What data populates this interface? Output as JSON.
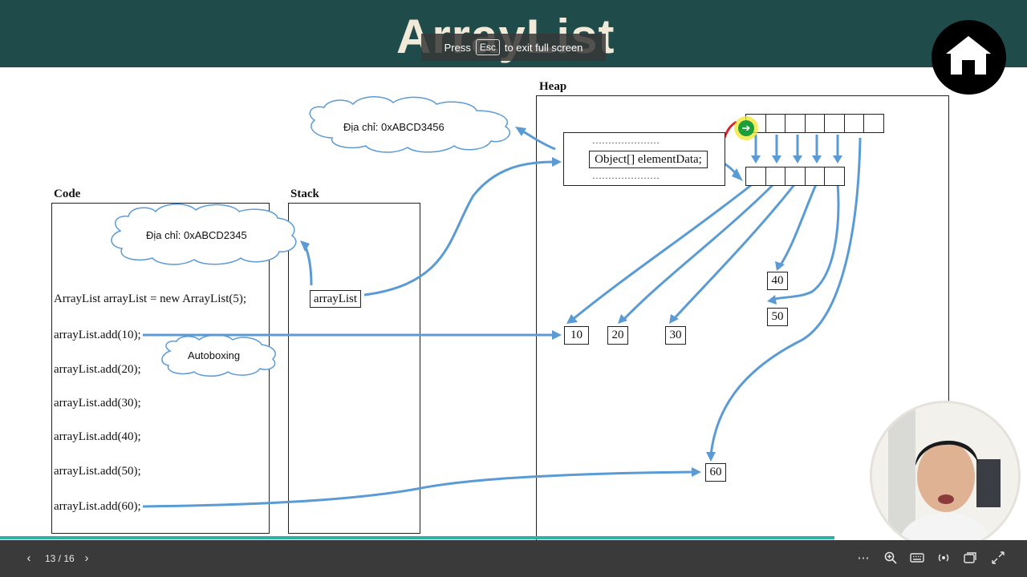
{
  "slide": {
    "title": "ArrayList"
  },
  "fullscreen_toast": {
    "press": "Press",
    "key": "Esc",
    "message": "to exit full screen"
  },
  "diagram": {
    "code_label": "Code",
    "stack_label": "Stack",
    "heap_label": "Heap",
    "code_lines": [
      "ArrayList arrayList = new ArrayList(5);",
      "arrayList.add(10);",
      "arrayList.add(20);",
      "arrayList.add(30);",
      "arrayList.add(40);",
      "arrayList.add(50);",
      "arrayList.add(60);"
    ],
    "cloud_code_address": "Địa chỉ: 0xABCD2345",
    "cloud_heap_address": "Địa chỉ: 0xABCD3456",
    "autoboxing": "Autoboxing",
    "stack_var": "arrayList",
    "object_dots_top": "…………………",
    "object_field": "Object[] elementData;",
    "object_dots_bottom": "…………………",
    "values": [
      "10",
      "20",
      "30",
      "40",
      "50",
      "60"
    ]
  },
  "bottom_bar": {
    "page_indicator": "13 / 16"
  },
  "colors": {
    "header_bg": "#1f4c4a",
    "arrow": "#5b9bd5",
    "progress": "#2ab3a6",
    "bar_bg": "#3a3a3a"
  },
  "icons": [
    "home-icon",
    "prev-icon",
    "next-icon",
    "more-icon",
    "zoom-icon",
    "keyboard-icon",
    "broadcast-icon",
    "window-icon",
    "exit-fullscreen-icon"
  ]
}
